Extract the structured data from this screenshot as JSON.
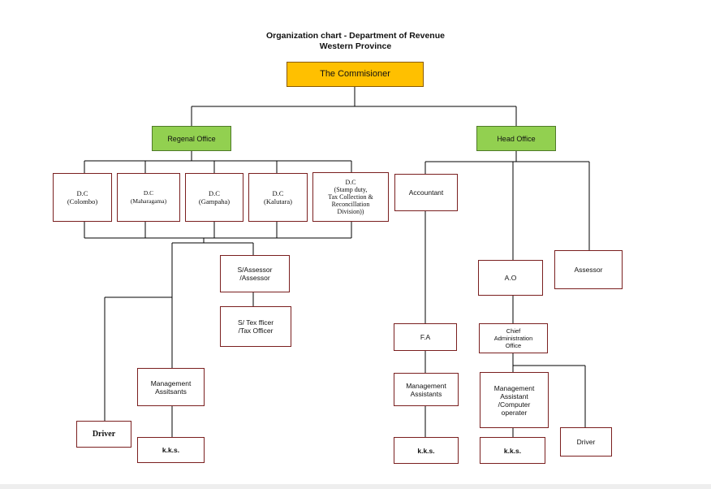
{
  "title": {
    "line1": "Organization chart - Department of Revenue",
    "line2": "Western Province"
  },
  "nodes": {
    "commissioner": "The Commisioner",
    "regional_office": "Regenal Office",
    "head_office": "Head Office",
    "dc_colombo": [
      "D.C",
      "(Colombo)"
    ],
    "dc_maharagama": [
      "D.C",
      "(Maharagama)"
    ],
    "dc_gampaha": [
      "D.C",
      "(Gampaha)"
    ],
    "dc_kalutara": [
      "D.C",
      "(Kalutara)"
    ],
    "dc_stamp_duty": [
      "D.C",
      "(Stamp duty,",
      "Tax Collection &",
      "Reconcillation",
      "Division))"
    ],
    "accountant": "Accountant",
    "s_assessor": [
      "S/Assessor",
      "/Assessor"
    ],
    "s_tax_officer": [
      "S/ Tex fficer",
      "/Tax Officer"
    ],
    "ao": "A.O",
    "assessor": "Assessor",
    "fa": "F.A",
    "chief_admin_officer": [
      "Chief",
      "Administration",
      "Office"
    ],
    "mgmt_assistants_regional": [
      "Management",
      "Assitsants"
    ],
    "mgmt_assistants_head": [
      "Management",
      "Assistants"
    ],
    "mgmt_assistant_computer": [
      "Management",
      "Assistant",
      "/Computer",
      "operater"
    ],
    "driver_regional": "Driver",
    "driver_head": "Driver",
    "kks_regional": "k.k.s.",
    "kks_accounts": "k.k.s.",
    "kks_admin": "k.k.s."
  },
  "colors": {
    "commissioner_fill": "#ffc000",
    "office_fill": "#92d050",
    "box_border": "#7a1f1f",
    "connector": "#000000"
  }
}
